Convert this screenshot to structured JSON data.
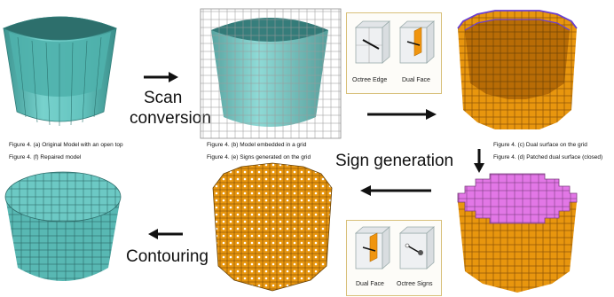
{
  "captions": {
    "a": "Figure 4. (a) Original Model with an open top",
    "f": "Figure 4. (f) Repaired model",
    "b": "Figure 4. (b) Model embedded in a grid",
    "e": "Figure 4. (e) Signs generated on the grid",
    "c": "Figure 4. (c) Dual surface on the grid",
    "d": "Figure 4. (d) Patched dual surface (closed)"
  },
  "steps": {
    "scan_line1": "Scan",
    "scan_line2": "conversion",
    "sign": "Sign generation",
    "contouring": "Contouring"
  },
  "insets": {
    "top": {
      "left_label": "Octree Edge",
      "right_label": "Dual Face"
    },
    "bottom": {
      "left_label": "Dual Face",
      "right_label": "Octree Signs"
    }
  },
  "colors": {
    "teal": "#6cc9c4",
    "teal_dark": "#3f9c98",
    "orange": "#e8960e",
    "orange_dark": "#a35f05",
    "magenta": "#e277e6",
    "grid_line": "#6a6a6a",
    "inset_border": "#d8c07a"
  }
}
